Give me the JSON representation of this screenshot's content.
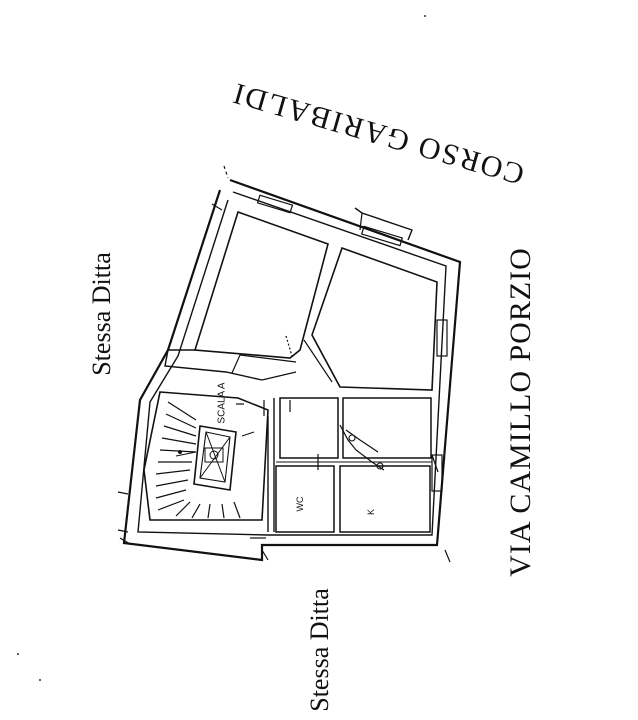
{
  "street_labels": {
    "corso": "CORSO GARIBALDI",
    "via": "VIA CAMILLO PORZIO"
  },
  "neighbor_labels": {
    "top": "Stessa Ditta",
    "bottom": "Stessa Ditta"
  },
  "room_labels": {
    "stair": "SCALA A",
    "wc": "WC",
    "kitchen": "K"
  }
}
